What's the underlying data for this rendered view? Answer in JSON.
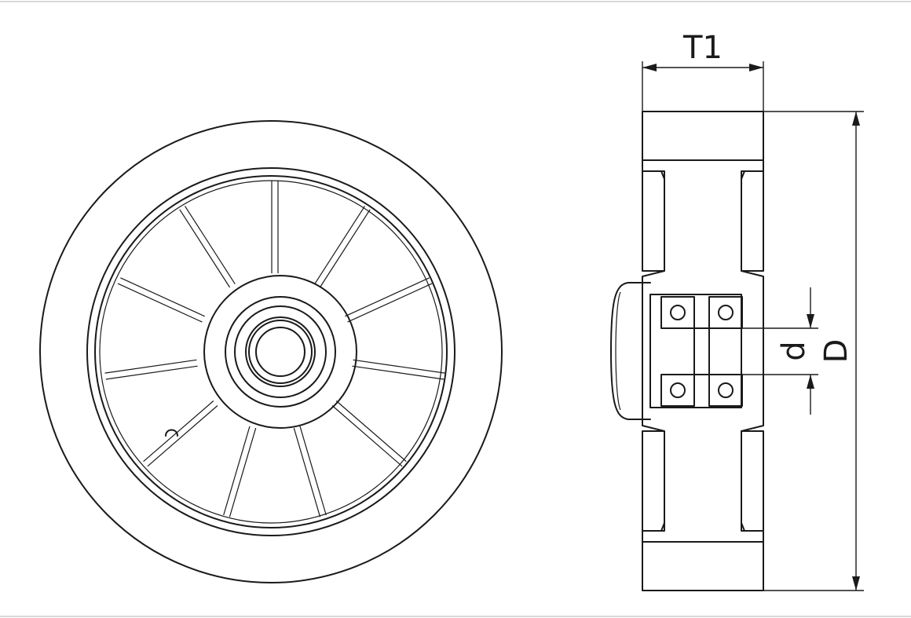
{
  "drawing": {
    "labels": {
      "t1": "T1",
      "d_small": "d",
      "d_large": "D"
    },
    "spoke_count": 11,
    "colors": {
      "line": "#1a1a1a",
      "background": "#ffffff",
      "frame": "#d9d9d9"
    }
  }
}
